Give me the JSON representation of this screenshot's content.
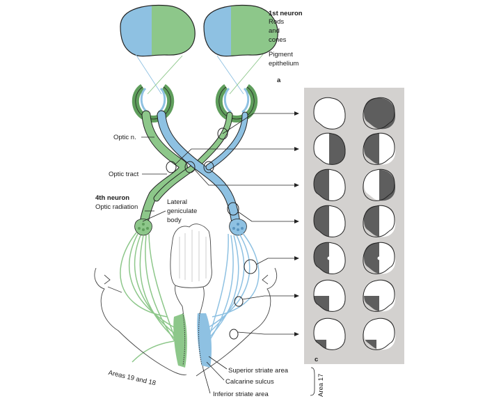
{
  "labels": {
    "first_neuron": "1st neuron",
    "rods": "Rods",
    "and": "and",
    "cones": "cones",
    "pigment": "Pigment",
    "epithelium": "epithelium",
    "panel_a": "a",
    "optic_n": "Optic n.",
    "optic_tract": "Optic tract",
    "fourth_neuron": "4th neuron",
    "optic_radiation": "Optic radiation",
    "lateral": "Lateral",
    "geniculate": "geniculate",
    "body": "body",
    "areas_19_18": "Areas 19 and 18",
    "superior_striate": "Superior striate area",
    "calcarine": "Calcarine sulcus",
    "inferior_striate": "Inferior striate area",
    "area_17": "Area 17",
    "panel_c": "c"
  },
  "visual_field_defects": [
    {
      "left": "full-white",
      "right": "full-dark"
    },
    {
      "left": "right-half-dark",
      "right": "left-half-dark"
    },
    {
      "left": "left-half-dark",
      "right": "right-half-dark"
    },
    {
      "left": "left-half-dark",
      "right": "left-half-dark"
    },
    {
      "left": "left-half-dark-macular-sparing",
      "right": "left-half-dark-macular-sparing"
    },
    {
      "left": "lower-left-quadrant-dark",
      "right": "lower-left-quadrant-dark"
    },
    {
      "left": "lower-left-partial-dark",
      "right": "lower-left-partial-dark"
    }
  ],
  "colors": {
    "green": "#8dc78a",
    "green_dark": "#5f9e5c",
    "blue": "#8ec1e2",
    "blue_dark": "#5a95bf",
    "defect_dark": "#5e5e5e",
    "panel_bg": "#d3d1cf"
  }
}
